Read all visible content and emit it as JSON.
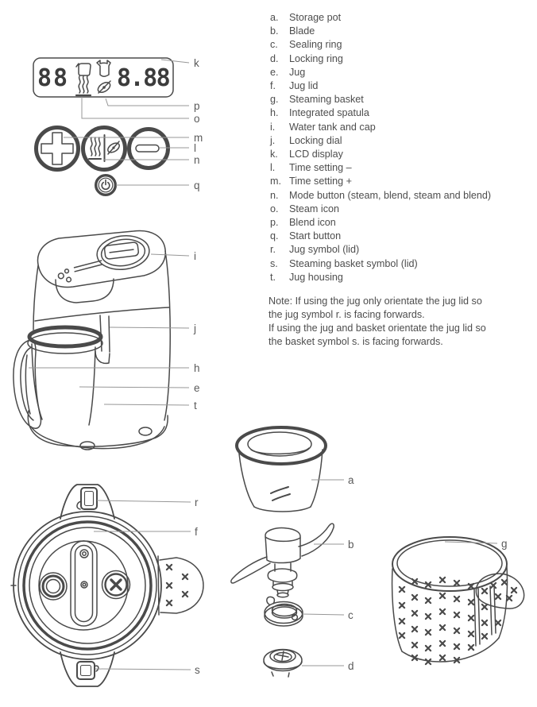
{
  "document": {
    "kind": "appliance parts diagram page"
  },
  "colors": {
    "background": "#ffffff",
    "art_line": "#4a4a4a",
    "leader_line": "#979797",
    "text": "#4d4d4d"
  },
  "lcd": {
    "left_value": "88",
    "right_value": "8.88"
  },
  "icons": {
    "steam_icon": "pot with rising steam waves",
    "blend_icon": "jug with blender blade",
    "plus_icon": "outlined plus cross",
    "minus_icon": "outlined rounded dash",
    "mode_icon": "steam waves | blend blade",
    "power_icon": "standby circle with line",
    "jug_symbol_icon": "small jug glyph on lid tab",
    "basket_symbol_icon": "small basket glyph on lid tab",
    "valve_x_icon": "cross valve on lid",
    "perforation_x": "x-shaped steam holes"
  },
  "callouts": {
    "a": "a",
    "b": "b",
    "c": "c",
    "d": "d",
    "e": "e",
    "f": "f",
    "g": "g",
    "h": "h",
    "i": "i",
    "j": "j",
    "k": "k",
    "l": "l",
    "m": "m",
    "n": "n",
    "o": "o",
    "p": "p",
    "q": "q",
    "r": "r",
    "s": "s",
    "t": "t"
  },
  "legend": {
    "items": [
      {
        "letter": "a.",
        "label": "Storage pot"
      },
      {
        "letter": "b.",
        "label": "Blade"
      },
      {
        "letter": "c.",
        "label": "Sealing ring"
      },
      {
        "letter": "d.",
        "label": "Locking ring"
      },
      {
        "letter": "e.",
        "label": "Jug"
      },
      {
        "letter": "f.",
        "label": "Jug lid"
      },
      {
        "letter": "g.",
        "label": "Steaming basket"
      },
      {
        "letter": "h.",
        "label": "Integrated spatula"
      },
      {
        "letter": "i.",
        "label": "Water tank and cap"
      },
      {
        "letter": "j.",
        "label": "Locking dial"
      },
      {
        "letter": "k.",
        "label": "LCD display"
      },
      {
        "letter": "l.",
        "label": "Time setting –"
      },
      {
        "letter": "m.",
        "label": "Time setting +"
      },
      {
        "letter": "n.",
        "label": "Mode button (steam, blend, steam and blend)"
      },
      {
        "letter": "o.",
        "label": "Steam icon"
      },
      {
        "letter": "p.",
        "label": "Blend icon"
      },
      {
        "letter": "q.",
        "label": "Start button"
      },
      {
        "letter": "r.",
        "label": "Jug symbol (lid)"
      },
      {
        "letter": "s.",
        "label": "Steaming basket symbol (lid)"
      },
      {
        "letter": "t.",
        "label": "Jug housing"
      }
    ]
  },
  "note": {
    "lines": [
      "Note: If using the jug only orientate the jug lid so",
      "the jug symbol r. is facing forwards.",
      "If using the jug and basket orientate the jug lid so",
      "the basket symbol s. is facing forwards."
    ]
  }
}
